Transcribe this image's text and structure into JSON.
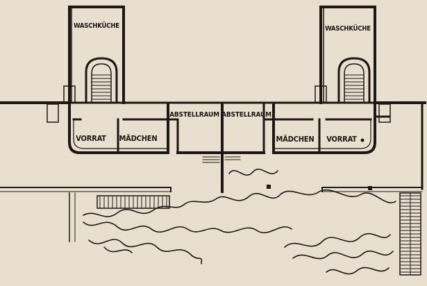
{
  "plan": {
    "colors": {
      "paper": "#e8dfce",
      "ink": "#1a1714"
    },
    "labels": {
      "laundry_left": "WASCHKÜCHE",
      "laundry_right": "WASCHKÜCHE",
      "pantry_left": "VORRAT",
      "maid_left": "MÄDCHEN",
      "storage_left": "ABSTELLRAUM",
      "storage_right": "ABSTELLRAUM",
      "maid_right": "MÄDCHEN",
      "pantry_right": "VORRAT"
    }
  }
}
